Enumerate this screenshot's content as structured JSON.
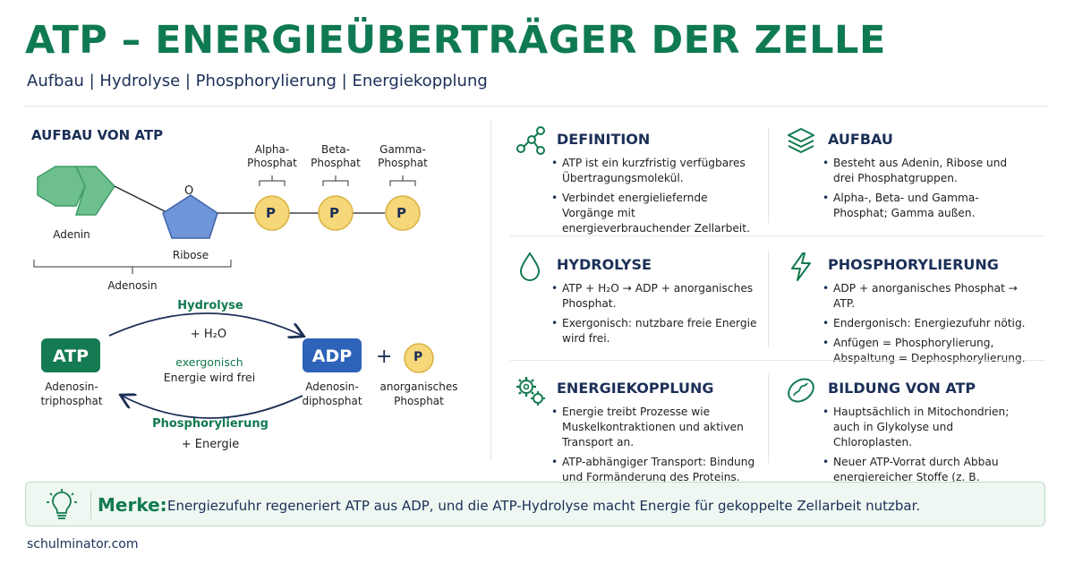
{
  "header": {
    "title": "ATP – ENERGIEÜBERTRÄGER DER ZELLE",
    "subtitle": "Aufbau | Hydrolyse | Phosphorylierung | Energiekopplung"
  },
  "diagram": {
    "section_title": "AUFBAU VON ATP",
    "alpha": [
      "Alpha-",
      "Phosphat"
    ],
    "beta": [
      "Beta-",
      "Phosphat"
    ],
    "gamma": [
      "Gamma-",
      "Phosphat"
    ],
    "oxygen": "O",
    "phosphate_symbol": "P",
    "adenin": "Adenin",
    "ribose": "Ribose",
    "adenosin": "Adenosin",
    "hydrolyse": "Hydrolyse",
    "plus_water": "+ H₂O",
    "exergonisch": "exergonisch",
    "energie_frei": "Energie wird frei",
    "atp_box": "ATP",
    "adp_box": "ADP",
    "plus": "+",
    "atp_name": [
      "Adenosin-",
      "triphosphat"
    ],
    "adp_name": [
      "Adenosin-",
      "diphosphat"
    ],
    "pi_name": [
      "anorganisches",
      "Phosphat"
    ],
    "phosphorylierung": "Phosphorylierung",
    "plus_energie": "+ Energie"
  },
  "cards": [
    {
      "icon": "molecule-icon",
      "title": "DEFINITION",
      "bullets": [
        "ATP ist ein kurzfristig verfügbares Übertragungsmolekül.",
        "Verbindet energieliefernde Vorgänge mit energieverbrauchender Zellarbeit."
      ]
    },
    {
      "icon": "layers-icon",
      "title": "AUFBAU",
      "bullets": [
        "Besteht aus Adenin, Ribose und drei Phosphatgruppen.",
        "Alpha-, Beta- und Gamma-Phosphat; Gamma außen."
      ]
    },
    {
      "icon": "droplet-icon",
      "title": "HYDROLYSE",
      "bullets": [
        "ATP + H₂O → ADP + anorganisches Phosphat.",
        "Exergonisch: nutzbare freie Energie wird frei."
      ]
    },
    {
      "icon": "lightning-icon",
      "title": "PHOSPHORYLIERUNG",
      "bullets": [
        "ADP + anorganisches Phosphat → ATP.",
        "Endergonisch: Energiezufuhr nötig.",
        "Anfügen = Phosphorylierung, Abspaltung = Dephosphorylierung."
      ]
    },
    {
      "icon": "gears-icon",
      "title": "ENERGIEKOPPLUNG",
      "bullets": [
        "Energie treibt Prozesse wie Muskelkontraktionen und aktiven Transport an.",
        "ATP-abhängiger Transport: Bindung und Formänderung des Proteins."
      ]
    },
    {
      "icon": "mitochondrion-icon",
      "title": "BILDUNG VON ATP",
      "bullets": [
        "Hauptsächlich in Mitochondrien; auch in Glykolyse und Chloroplasten.",
        "Neuer ATP-Vorrat durch Abbau energiereicher Stoffe (z. B. Zellatmung)."
      ]
    }
  ],
  "merke": {
    "label": "Merke:",
    "text": "Energiezufuhr regeneriert ATP aus ADP, und die ATP-Hydrolyse macht Energie für gekoppelte Zellarbeit nutzbar."
  },
  "footer": "schulminator.com",
  "colors": {
    "green": "#0f7a52",
    "navy": "#1b2f57",
    "adenine": "#6dbf8d",
    "ribose": "#6f96d8",
    "phosphate": "#f6d77a"
  }
}
